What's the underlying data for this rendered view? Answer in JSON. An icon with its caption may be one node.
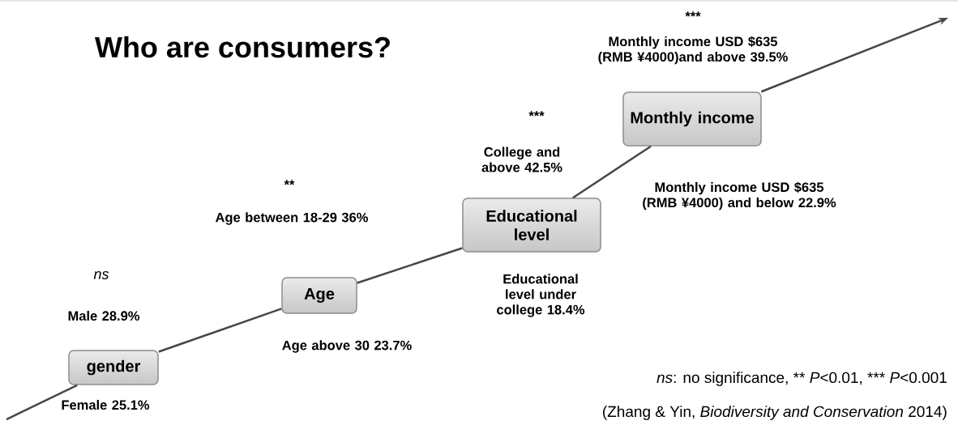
{
  "diagram": {
    "title": "Who are consumers?",
    "nodes": [
      {
        "text": [
          "gender"
        ],
        "beside": [
          "ns",
          "Male 28.9%",
          "Female 25.1%"
        ]
      },
      {
        "text": [
          "Age"
        ],
        "beside": [
          "**",
          "Age between 18-29 36%",
          "Age above 30 23.7%"
        ]
      },
      {
        "text": [
          "Educational level"
        ],
        "beside": [
          "***",
          "College and above 42.5%",
          "Educational level under college 18.4%"
        ]
      },
      {
        "text": [
          "Monthly income"
        ],
        "beside": [
          "***",
          "Monthly income USD $635 (RMB ¥4000)and above 39.5%",
          "Monthly income USD $635 (RMB ¥4000) and below 22.9%"
        ]
      }
    ],
    "edges": [
      {
        "from": null,
        "to": 0,
        "arrow": "none"
      },
      {
        "from": 0,
        "to": 1,
        "arrow": "none"
      },
      {
        "from": 1,
        "to": 2,
        "arrow": "none"
      },
      {
        "from": 2,
        "to": 3,
        "arrow": "none"
      },
      {
        "from": 3,
        "to": null,
        "arrow": "to"
      }
    ],
    "labels": [
      "*ns*: no significance, ** *P*<0.01, *** *P*<0.001",
      "(Zhang & Yin, *Biodiversity and Conservation* 2014)"
    ]
  }
}
